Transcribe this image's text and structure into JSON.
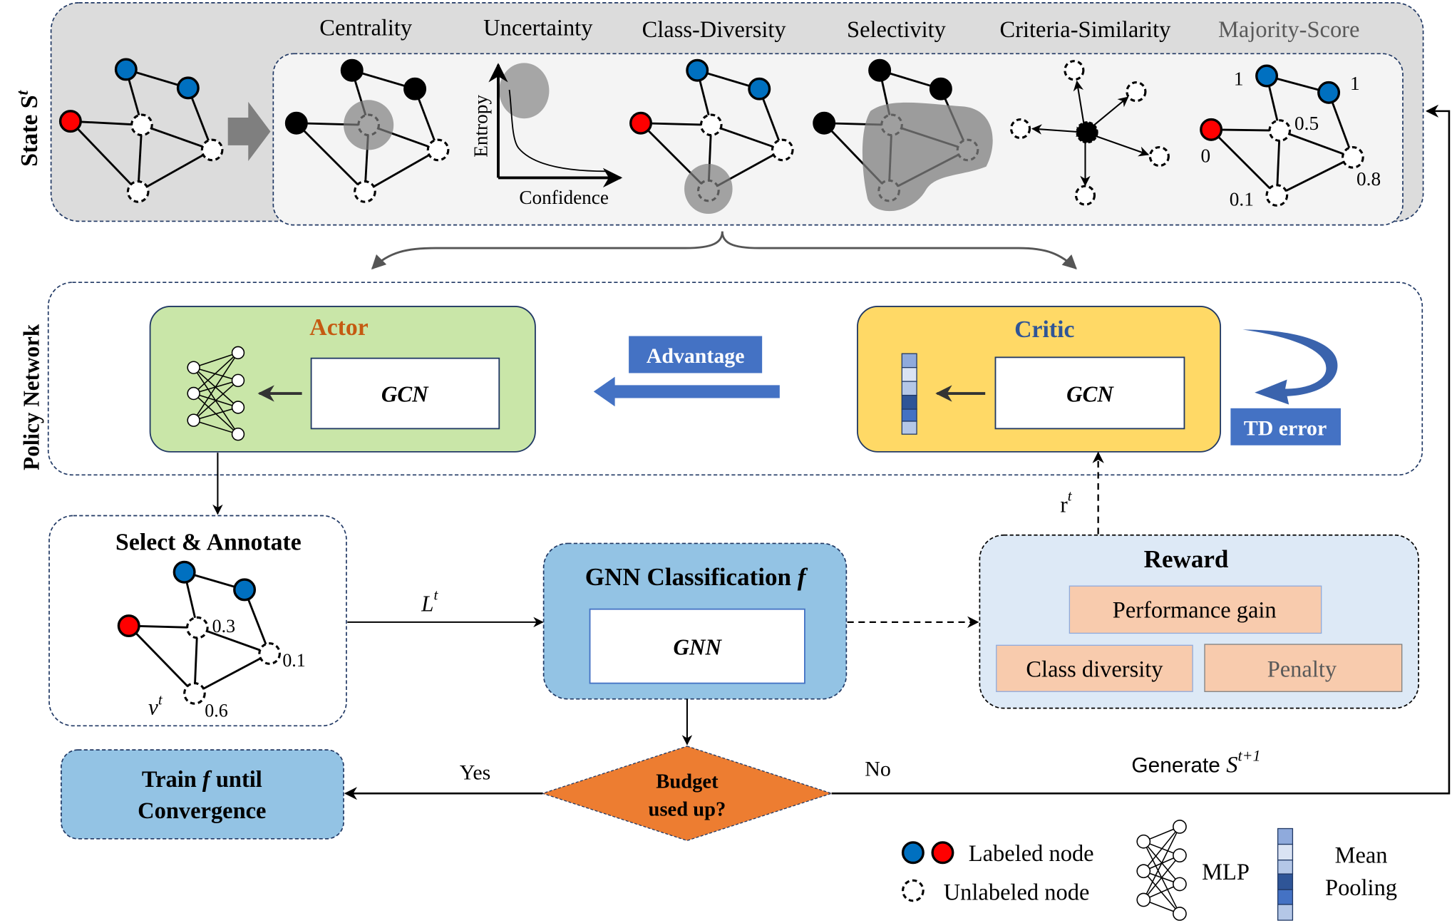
{
  "colors": {
    "labeled_blue": "#0070c0",
    "labeled_red": "#ff0000",
    "selected_node": "#f4a0a0",
    "state_bg": "#dcdcdc",
    "state_inner_bg": "#f4f4f4",
    "actor_bg": "#c9e6a8",
    "actor_title": "#c55a11",
    "critic_bg": "#ffd966",
    "critic_title": "#2f5597",
    "advantage_bg": "#4472c4",
    "classification_bg": "#93c3e4",
    "reward_bg": "#dde9f6",
    "reward_item_bg": "#f8cbad",
    "decision_bg": "#ed7d31",
    "train_bg": "#93c3e4",
    "border_dark": "#203864"
  },
  "state": {
    "section_label": "State S",
    "section_label_sup": "t",
    "criteria": [
      {
        "label": "Centrality"
      },
      {
        "label": "Uncertainty"
      },
      {
        "label": "Class-Diversity"
      },
      {
        "label": "Selectivity"
      },
      {
        "label": "Criteria-Similarity"
      },
      {
        "label": "Majority-Score"
      }
    ],
    "uncertainty_plot": {
      "xlabel": "Confidence",
      "ylabel": "Entropy"
    },
    "majority_scores": [
      "1",
      "1",
      "0",
      "0.5",
      "0.8",
      "0.1"
    ]
  },
  "policy": {
    "section_label": "Policy Network",
    "actor": {
      "title": "Actor",
      "module": "GCN"
    },
    "critic": {
      "title": "Critic",
      "module": "GCN"
    },
    "advantage_label": "Advantage",
    "td_error_label": "TD error"
  },
  "select": {
    "title": "Select & Annotate",
    "scores": [
      "0.3",
      "0.1",
      "0.6"
    ],
    "selected_node_label": "v",
    "selected_node_sup": "t"
  },
  "flow": {
    "labeled_set_label": "L",
    "labeled_set_sup": "t",
    "reward_signal_label": "r",
    "reward_signal_sup": "t",
    "yes_label": "Yes",
    "no_label": "No",
    "generate_label": "Generate ",
    "generate_var": "S",
    "generate_sup": "t+1"
  },
  "classification": {
    "title": "GNN Classification ",
    "title_var": "f",
    "module": "GNN"
  },
  "reward": {
    "title": "Reward",
    "items": [
      "Performance gain",
      "Class diversity",
      "Penalty"
    ]
  },
  "decision": {
    "line1": "Budget",
    "line2": "used up?"
  },
  "train": {
    "line1": "Train ",
    "line1_var": "f",
    "line1_end": " until",
    "line2": "Convergence"
  },
  "legend": {
    "labeled": "Labeled node",
    "unlabeled": "Unlabeled node",
    "mlp": "MLP",
    "pooling_line1": "Mean",
    "pooling_line2": "Pooling"
  }
}
